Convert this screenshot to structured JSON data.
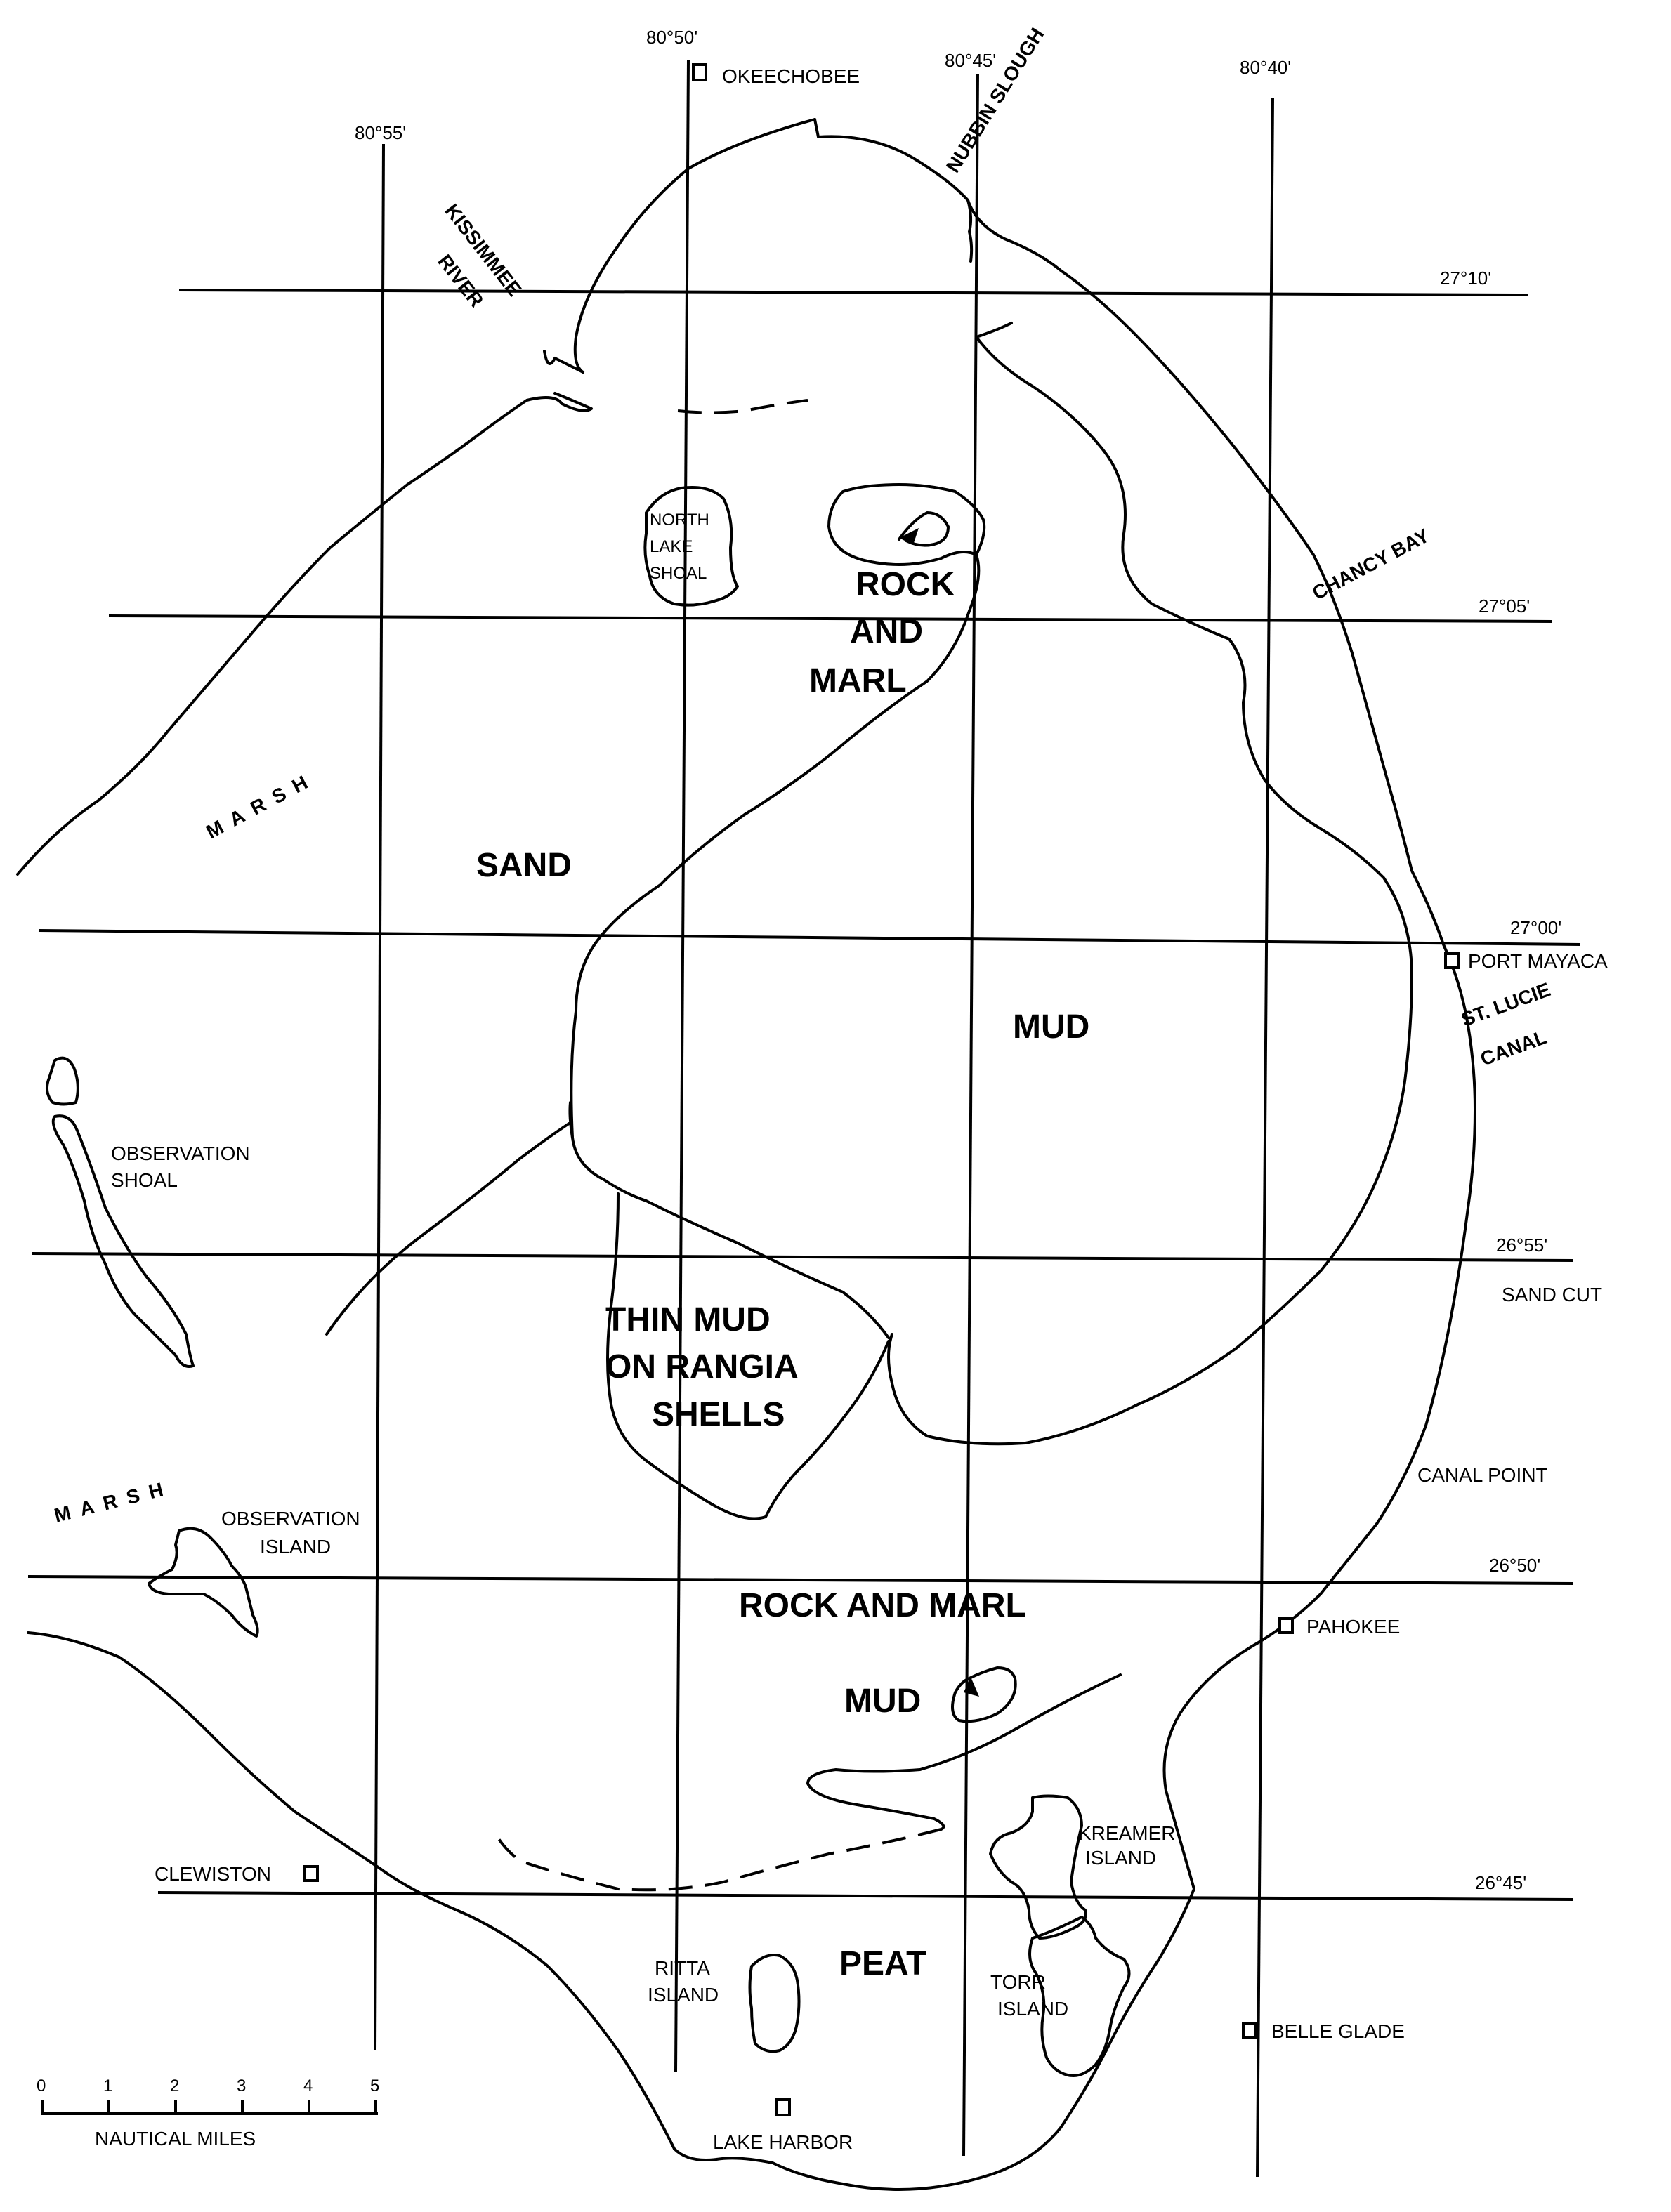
{
  "meridians": [
    {
      "label": "80°55'"
    },
    {
      "label": "80°50'"
    },
    {
      "label": "80°45'"
    },
    {
      "label": "80°40'"
    }
  ],
  "parallels": [
    {
      "label": "27°10'"
    },
    {
      "label": "27°05'"
    },
    {
      "label": "27°00'"
    },
    {
      "label": "26°55'"
    },
    {
      "label": "26°50'"
    },
    {
      "label": "26°45'"
    }
  ],
  "towns": {
    "okeechobee": "OKEECHOBEE",
    "port_mayaca": "PORT MAYACA",
    "pahokee": "PAHOKEE",
    "clewiston": "CLEWISTON",
    "belle_glade": "BELLE GLADE",
    "lake_harbor": "LAKE  HARBOR"
  },
  "places": {
    "sand_cut": "SAND CUT",
    "canal_point": "CANAL POINT",
    "kissimmee_1": "KISSIMMEE",
    "kissimmee_2": "RIVER",
    "nubbin_slough": "NUBBIN SLOUGH",
    "chancy_bay": "CHANCY BAY",
    "st_lucie_1": "ST. LUCIE",
    "st_lucie_2": "CANAL",
    "obs_shoal_1": "OBSERVATION",
    "obs_shoal_2": "SHOAL",
    "obs_island_1": "OBSERVATION",
    "obs_island_2": "ISLAND",
    "north_lake_shoal_1": "NORTH",
    "north_lake_shoal_2": "LAKE",
    "north_lake_shoal_3": "SHOAL",
    "kreamer_1": "KREAMER",
    "kreamer_2": "ISLAND",
    "ritta_1": "RITTA",
    "ritta_2": "ISLAND",
    "torr_1": "TORR",
    "torr_2": "ISLAND",
    "marsh": "MARSH"
  },
  "sediments": {
    "rock_marl_n_1": "ROCK",
    "rock_marl_n_2": "AND",
    "rock_marl_n_3": "MARL",
    "sand": "SAND",
    "mud": "MUD",
    "thin_mud_1": "THIN MUD",
    "thin_mud_2": "ON RANGIA",
    "thin_mud_3": "SHELLS",
    "rock_marl_s": "ROCK AND MARL",
    "mud_s": "MUD",
    "peat": "PEAT"
  },
  "scale_bar": {
    "ticks": [
      "0",
      "1",
      "2",
      "3",
      "4",
      "5"
    ],
    "caption": "NAUTICAL MILES"
  }
}
